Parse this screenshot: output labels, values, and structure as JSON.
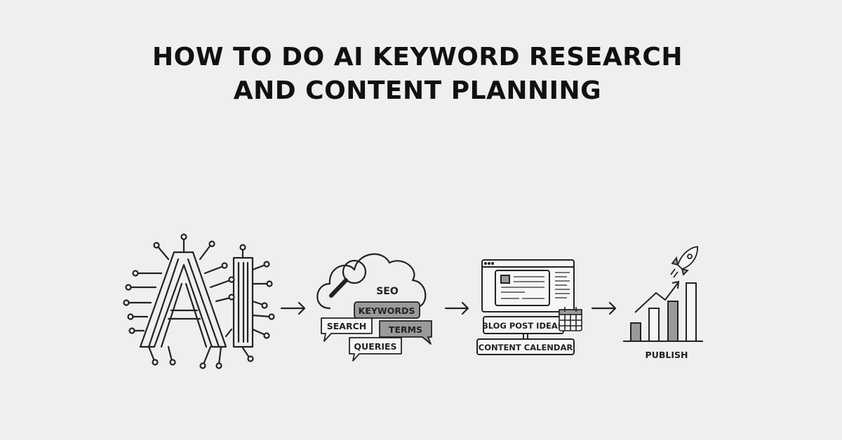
{
  "title": {
    "line1": "HOW TO DO AI KEYWORD RESEARCH",
    "line2": "AND CONTENT PLANNING"
  },
  "steps": [
    {
      "icon": "ai-circuit-icon",
      "text": "AI"
    },
    {
      "icon": "seo-cloud-icon",
      "cloud_label": "SEO",
      "bubbles": [
        "KEYWORDS",
        "SEARCH",
        "TERMS",
        "QUERIES"
      ]
    },
    {
      "icon": "monitor-icon",
      "labels": [
        "BLOG POST IDEAS",
        "CONTENT CALENDAR"
      ]
    },
    {
      "icon": "growth-chart-rocket-icon",
      "label": "PUBLISH"
    }
  ],
  "colors": {
    "background": "#efefee",
    "ink": "#222222",
    "highlight": "#9a9a9a"
  }
}
